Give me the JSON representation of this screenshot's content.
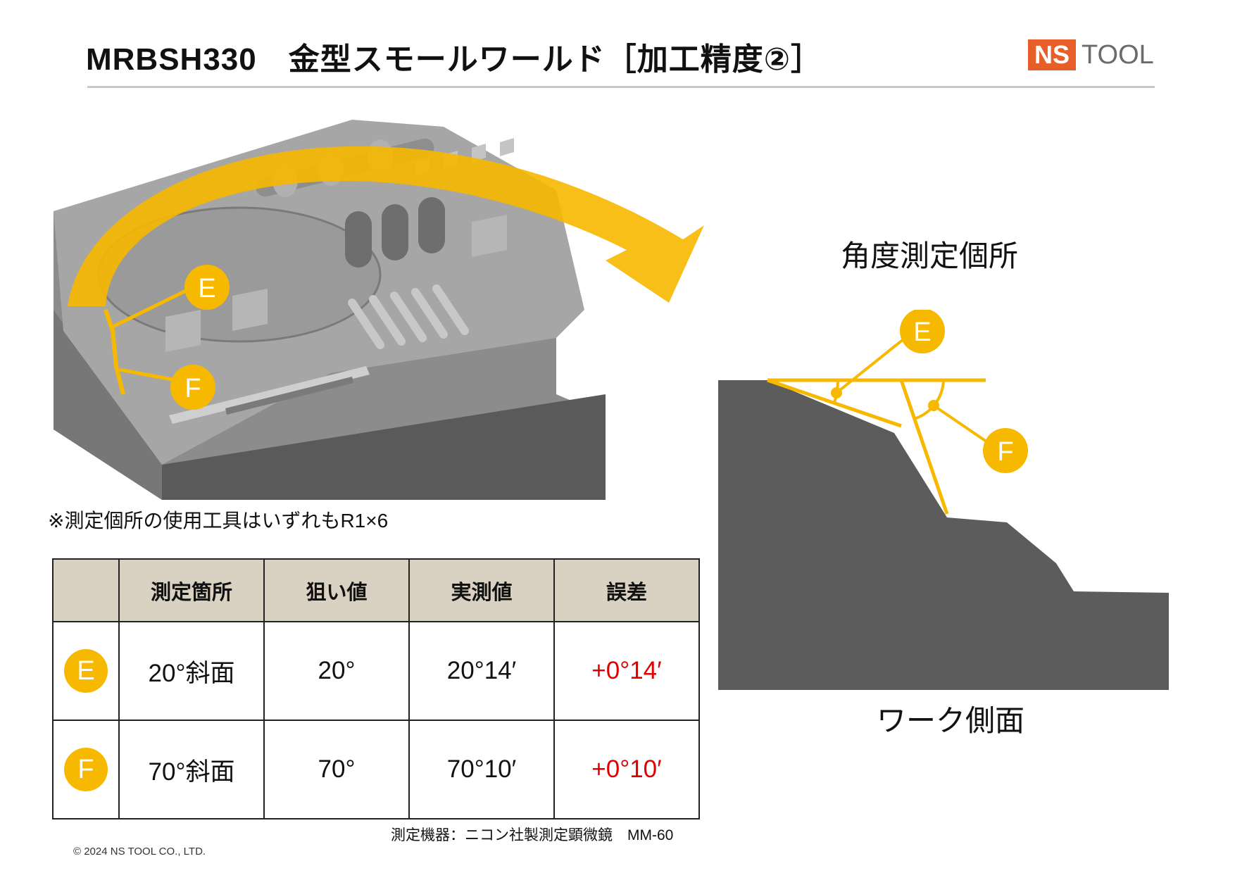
{
  "header": {
    "title": "MRBSH330　金型スモールワールド［加工精度②］",
    "logo_ns": "NS",
    "logo_tool": "TOOL"
  },
  "model": {
    "callout_e": "E",
    "callout_f": "F"
  },
  "note": "※測定個所の使用工具はいずれもR1×6",
  "diagram": {
    "angle_label": "角度測定個所",
    "side_label": "ワーク側面",
    "callout_e": "E",
    "callout_f": "F"
  },
  "table": {
    "headers": [
      "",
      "測定箇所",
      "狙い値",
      "実測値",
      "誤差"
    ],
    "rows": [
      {
        "badge": "E",
        "location": "20°斜面",
        "target": "20°",
        "actual": "20°14′",
        "error": "+0°14′"
      },
      {
        "badge": "F",
        "location": "70°斜面",
        "target": "70°",
        "actual": "70°10′",
        "error": "+0°10′"
      }
    ]
  },
  "instrument": "測定機器：ニコン社製測定顕微鏡　MM-60",
  "copyright": "© 2024 NS TOOL CO., LTD.",
  "colors": {
    "accent_yellow": "#f7b800",
    "arrow_gold": "#d49a00",
    "logo_orange": "#e85e28",
    "error_red": "#e00000",
    "table_header": "#d9d2c3",
    "work_gray": "#5c5c5c"
  }
}
